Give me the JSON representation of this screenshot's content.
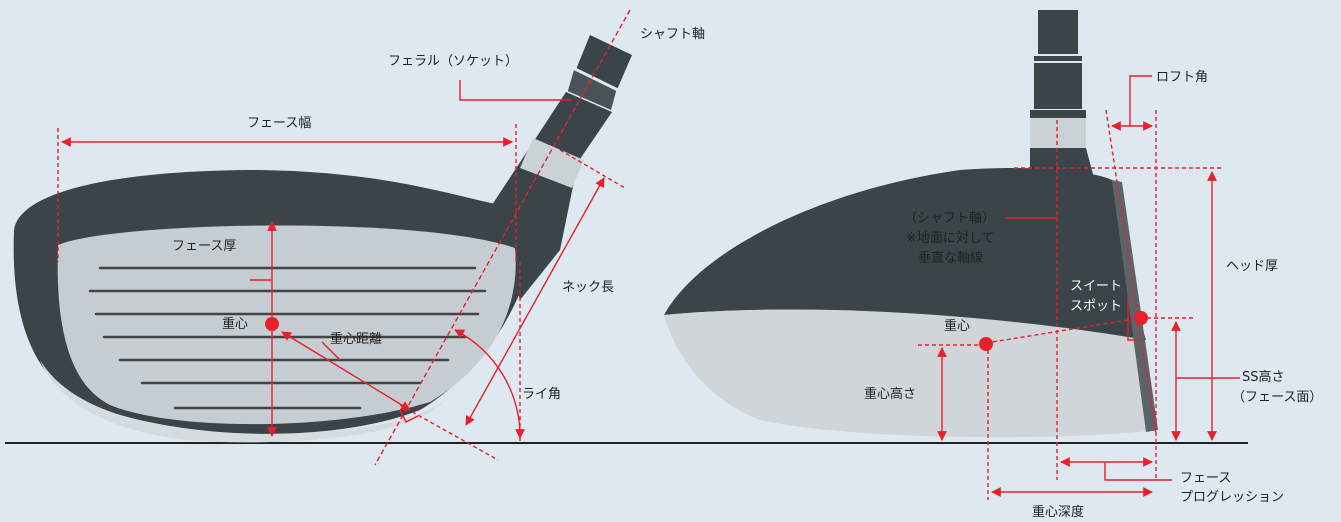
{
  "colors": {
    "background": "#dde8f0",
    "crown": "#3a4449",
    "face": "#c6cdd2",
    "sole": "#cfd5d9",
    "measure": "#e8202a",
    "ground": "#222222"
  },
  "left_view": {
    "shaft_axis": "シャフト軸",
    "ferrule": "フェラル（ソケット）",
    "face_width": "フェース幅",
    "face_thickness": "フェース厚",
    "neck_length": "ネック長",
    "cg": "重心",
    "cg_distance": "重心距離",
    "lie_angle": "ライ角"
  },
  "right_view": {
    "loft_angle": "ロフト角",
    "shaft_axis_note_1": "（シャフト軸）",
    "shaft_axis_note_2": "※地面に対して",
    "shaft_axis_note_3": "垂直な軸線",
    "head_height": "ヘッド厚",
    "sweet_spot_1": "スイート",
    "sweet_spot_2": "スポット",
    "cg": "重心",
    "cg_height": "重心高さ",
    "ss_height_1": "SS高さ",
    "ss_height_2": "（フェース面）",
    "face_progression_1": "フェース",
    "face_progression_2": "プログレッション",
    "cg_depth": "重心深度"
  }
}
